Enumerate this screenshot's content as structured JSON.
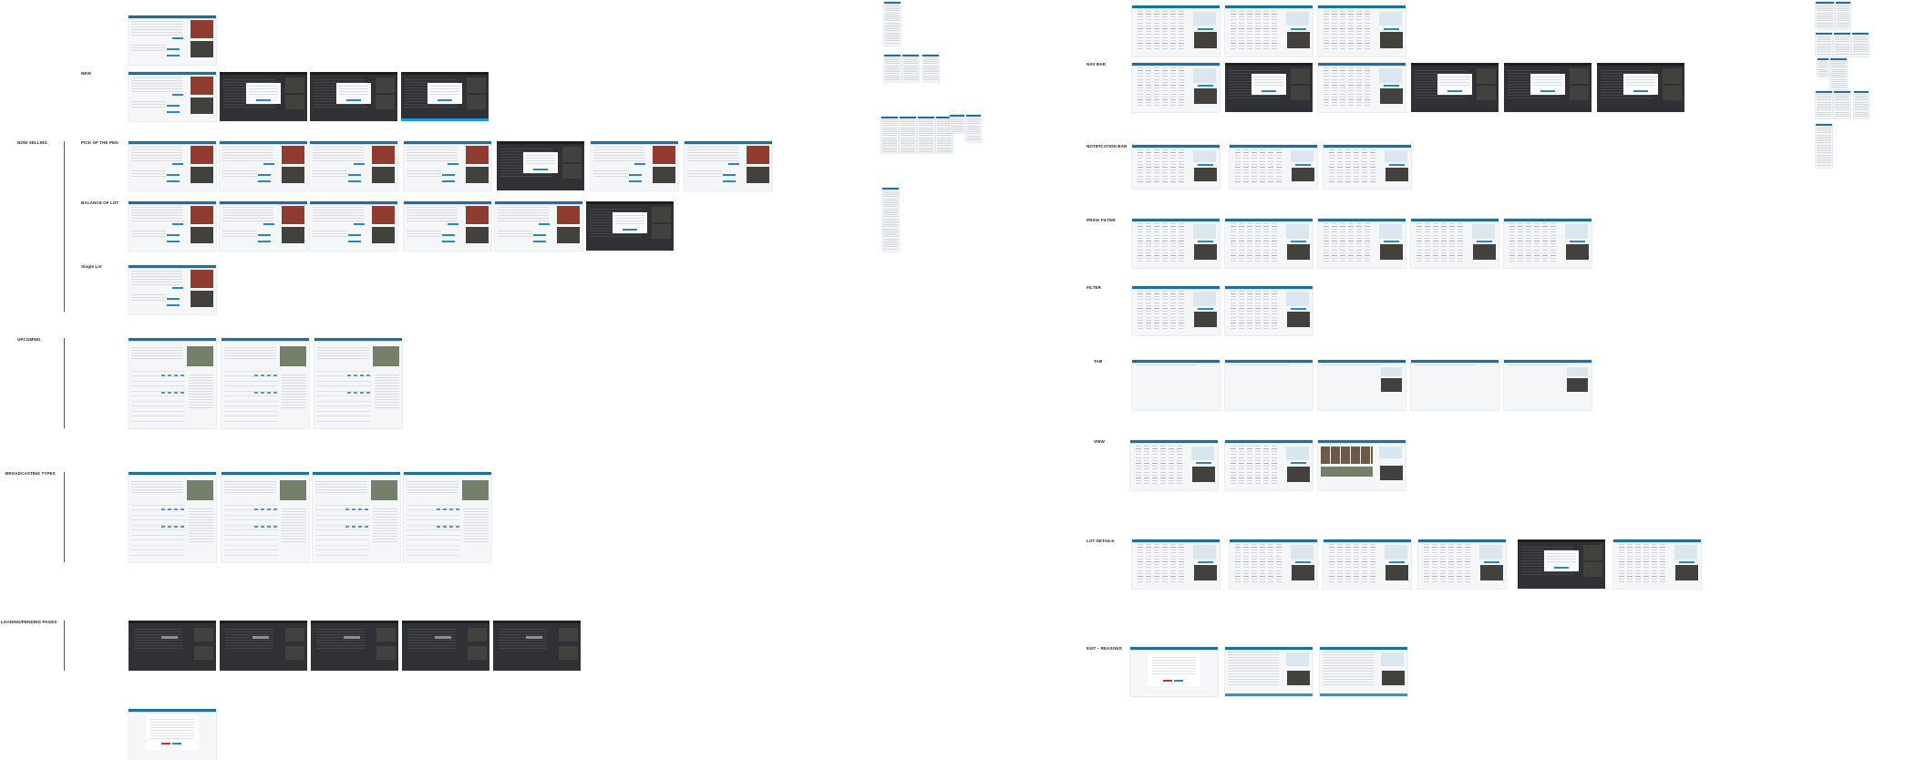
{
  "sections_left": [
    {
      "key": "new",
      "label": "NEW"
    },
    {
      "key": "now_selling",
      "label": "NOW SELLING"
    },
    {
      "key": "pick_of_the_pen",
      "label": "PICK OF THE PEN"
    },
    {
      "key": "balance_of_lot",
      "label": "BALANCE OF LOT"
    },
    {
      "key": "single_lot",
      "label": "Single Lot"
    },
    {
      "key": "upcoming",
      "label": "UPCOMING"
    },
    {
      "key": "broadcasting_types",
      "label": "BROADCASTING TYPES"
    },
    {
      "key": "loading_pending_pages",
      "label": "LOADING/PENDING PAGES"
    }
  ],
  "sections_right": [
    {
      "key": "nav_bar",
      "label": "NAV BAR"
    },
    {
      "key": "notification_bar",
      "label": "NOTIFICATION BAR"
    },
    {
      "key": "price_filter",
      "label": "PRICE FILTER"
    },
    {
      "key": "filter",
      "label": "FILTER"
    },
    {
      "key": "tab",
      "label": "TAB"
    },
    {
      "key": "view",
      "label": "VIEW"
    },
    {
      "key": "lot_details",
      "label": "LOT DETAILS"
    },
    {
      "key": "exit_reasons",
      "label": "EXIT – REASONS"
    }
  ],
  "colors": {
    "header_blue": "#1f6f9a",
    "accent_blue": "#1f9ad7",
    "dark_overlay": "#2f3134",
    "label_text": "#25292e"
  }
}
